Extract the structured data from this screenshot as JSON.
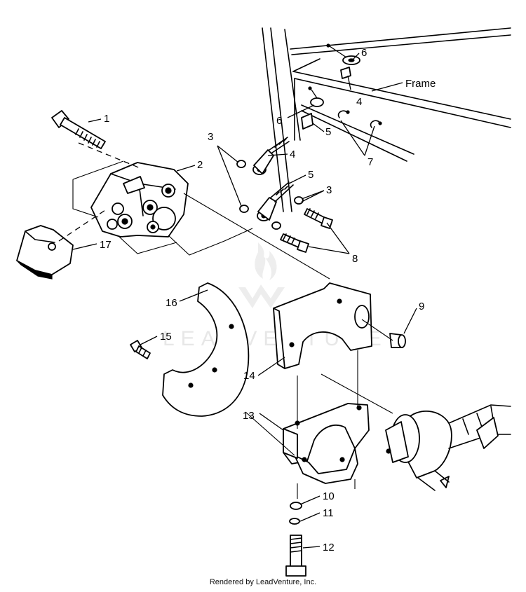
{
  "callouts": {
    "c1": "1",
    "c2": "2",
    "c3a": "3",
    "c3b": "3",
    "c4a": "4",
    "c4b": "4",
    "c5a": "5",
    "c5b": "5",
    "c6a": "6",
    "c6b": "6",
    "c7": "7",
    "c8": "8",
    "c9": "9",
    "c10": "10",
    "c11": "11",
    "c12": "12",
    "c13": "13",
    "c14": "14",
    "c15": "15",
    "c16": "16",
    "c17": "17",
    "frame": "Frame"
  },
  "watermark": "LEADVENTURE",
  "footer": "Rendered by LeadVenture, Inc."
}
